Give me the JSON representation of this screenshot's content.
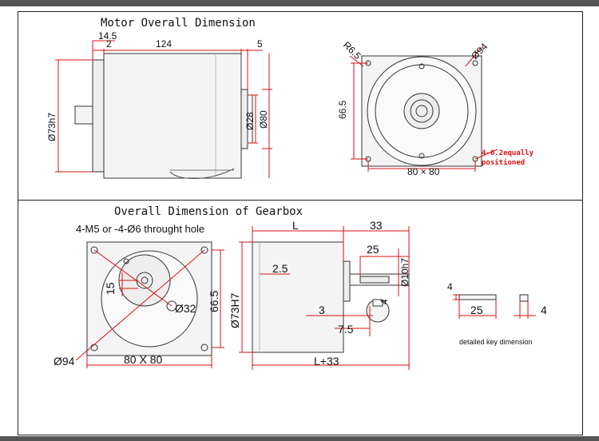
{
  "colors": {
    "dimension_red": "#dd1111",
    "body_gray": "#f2f2f2",
    "outline": "#333333",
    "background": "#ffffff"
  },
  "motor": {
    "title": "Motor Overall Dimension",
    "dims": {
      "top_a": "14.5",
      "top_b": "2",
      "top_length": "124",
      "top_right": "5",
      "left_dia": "Ø73h7",
      "shaft_dia": "Ø28",
      "body_dia": "Ø80",
      "corner_r": "R6.5",
      "front_dia": "Ø94",
      "front_height": "66.5",
      "bottom_square": "80 × 80",
      "holes_note_1": "4-6.2equally",
      "holes_note_2": "positioned"
    }
  },
  "gearbox": {
    "title": "Overall Dimension of Gearbox",
    "holes_note": "4-M5 or -4-Ø6 throught hole",
    "dims": {
      "front_15": "15",
      "front_32": "Ø32",
      "front_665": "66.5",
      "front_dia94": "Ø94",
      "front_square": "80 X 80",
      "side_L": "L",
      "side_33": "33",
      "side_25": "25",
      "side_shaft": "Ø10h7",
      "side_25b": "2.5",
      "side_73": "Ø73H7",
      "side_3": "3",
      "side_4": "4",
      "side_75": "7.5",
      "side_total": "L+33"
    },
    "key": {
      "dim_4_top": "4",
      "dim_25": "25",
      "dim_4_right": "4",
      "caption": "detailed key dimension"
    }
  }
}
